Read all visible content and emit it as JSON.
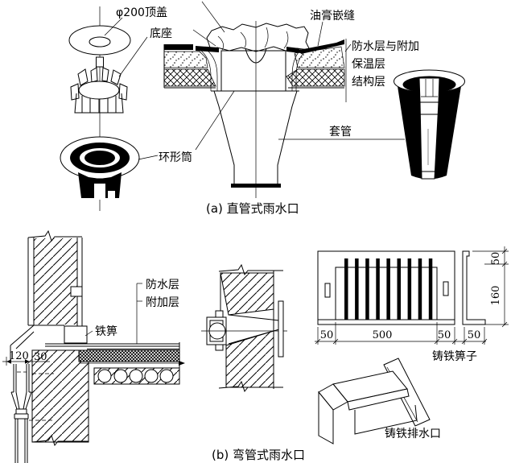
{
  "section_a": {
    "caption": "(a) 直管式雨水口",
    "top_cover": "φ200顶盖",
    "base": "底座",
    "ring_cylinder": "环形筒",
    "caulking": "油膏嵌缝",
    "waterproof_plus": "防水层与附加",
    "insulation_layer": "保温层",
    "structure_layer": "结构层",
    "sleeve": "套管"
  },
  "section_b": {
    "caption": "(b) 弯管式雨水口",
    "waterproof_layer": "防水层",
    "additional_layer": "附加层",
    "iron_grate": "铁箅",
    "cast_iron_grate": "铸铁箅子",
    "cast_iron_outlet": "铸铁排水口",
    "dims": {
      "d120": "120",
      "d30": "30",
      "d50_left": "50",
      "d500": "500",
      "d50_right": "50",
      "d50_side": "50",
      "d50_vert": "50",
      "d160": "160"
    }
  },
  "colors": {
    "ink": "#000000",
    "paper": "#ffffff"
  }
}
